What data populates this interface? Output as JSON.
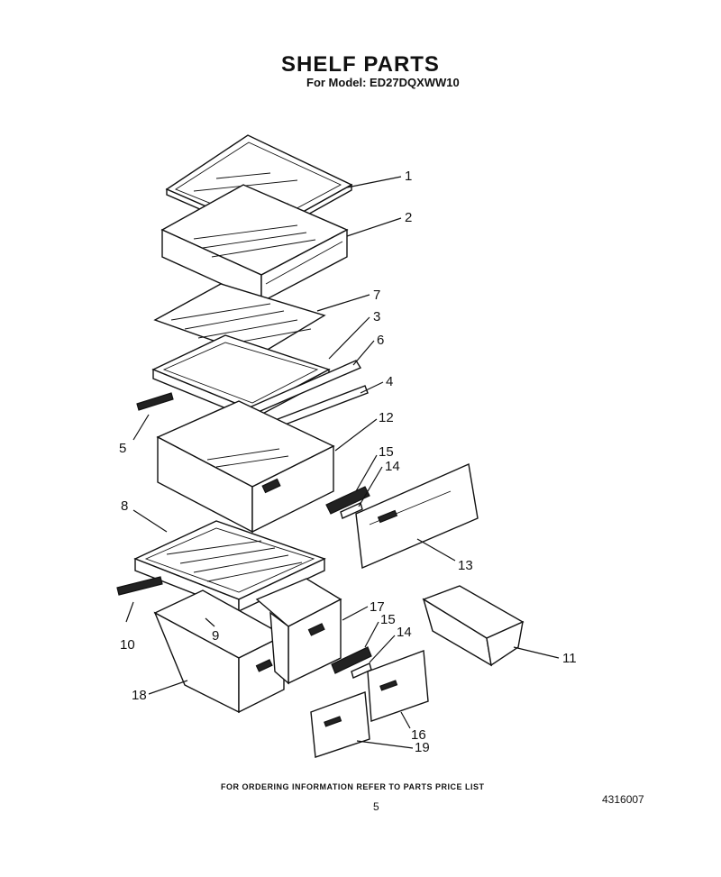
{
  "header": {
    "title": "SHELF PARTS",
    "subtitle": "For Model: ED27DQXWW10"
  },
  "callouts": {
    "c1": "1",
    "c2": "2",
    "c3": "3",
    "c4": "4",
    "c5": "5",
    "c6": "6",
    "c7": "7",
    "c8": "8",
    "c9": "9",
    "c10": "10",
    "c11": "11",
    "c12": "12",
    "c13": "13",
    "c14a": "14",
    "c14b": "14",
    "c15a": "15",
    "c15b": "15",
    "c16": "16",
    "c17": "17",
    "c18": "18",
    "c19": "19"
  },
  "footer": {
    "ordering_note": "FOR ORDERING INFORMATION REFER TO PARTS PRICE LIST",
    "page_number": "5",
    "document_number": "4316007"
  }
}
